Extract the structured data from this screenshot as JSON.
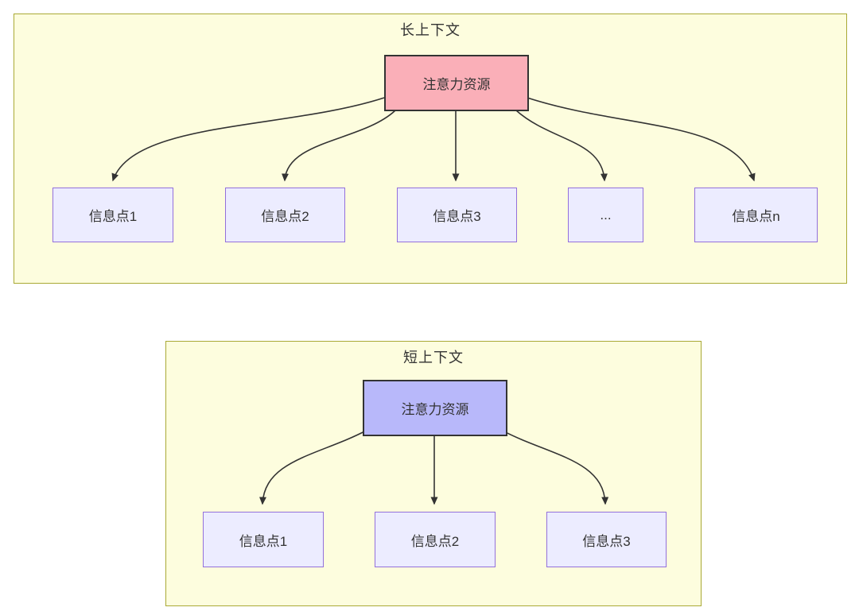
{
  "diagram": {
    "type": "flowchart-comparison",
    "panels": [
      {
        "id": "long-context",
        "title": "长上下文",
        "root": {
          "label": "注意力资源",
          "fill": "#faafb8",
          "stroke": "#333333"
        },
        "children": [
          {
            "label": "信息点1"
          },
          {
            "label": "信息点2"
          },
          {
            "label": "信息点3"
          },
          {
            "label": "..."
          },
          {
            "label": "信息点n"
          }
        ]
      },
      {
        "id": "short-context",
        "title": "短上下文",
        "root": {
          "label": "注意力资源",
          "fill": "#b8b8fa",
          "stroke": "#333333"
        },
        "children": [
          {
            "label": "信息点1"
          },
          {
            "label": "信息点2"
          },
          {
            "label": "信息点3"
          }
        ]
      }
    ],
    "colors": {
      "canvas_bg": "#ffffff",
      "panel_bg": "#fdfdde",
      "panel_border": "#a9a935",
      "info_node_bg": "#ececff",
      "info_node_border": "#9370db",
      "edge": "#333333",
      "text": "#333333"
    }
  }
}
